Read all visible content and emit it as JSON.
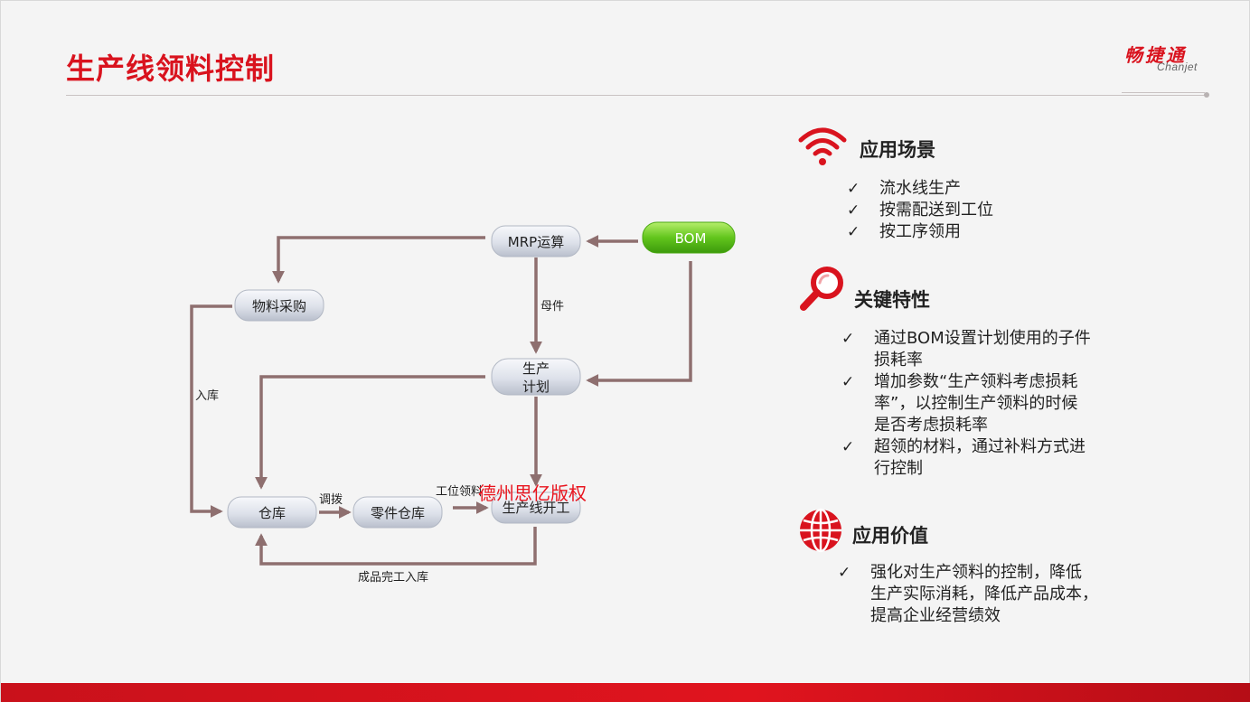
{
  "title": "生产线领料控制",
  "logo": {
    "cn": "畅捷通",
    "en": "Chanjet"
  },
  "diagram": {
    "nodes": {
      "mrp": "MRP运算",
      "bom": "BOM",
      "purchase": "物料采购",
      "plan_line1": "生产",
      "plan_line2": "计划",
      "warehouse": "仓库",
      "parts_warehouse": "零件仓库",
      "line_start": "生产线开工"
    },
    "edges": {
      "parent": "母件",
      "inbound": "入库",
      "transfer": "调拨",
      "station_pick": "工位领料",
      "finished_inbound": "成品完工入库"
    },
    "watermark": "德州思亿版权"
  },
  "sections": [
    {
      "heading": "应用场景",
      "icon": "wifi-signal-icon",
      "items": [
        "流水线生产",
        "按需配送到工位",
        "按工序领用"
      ]
    },
    {
      "heading": "关键特性",
      "icon": "magnifier-icon",
      "items": [
        [
          "通过BOM设置计划使用的子件",
          "损耗率"
        ],
        [
          "增加参数“生产领料考虑损耗",
          "率”，以控制生产领料的时候",
          "是否考虑损耗率"
        ],
        [
          "超领的材料，通过补料方式进",
          "行控制"
        ]
      ]
    },
    {
      "heading": "应用价值",
      "icon": "globe-icon",
      "items": [
        [
          "强化对生产领料的控制，降低",
          "生产实际消耗，降低产品成本，",
          "提高企业经营绩效"
        ]
      ]
    }
  ],
  "check_mark": "✓",
  "colors": {
    "accent": "#d9131e",
    "arrow": "#8e6f6f",
    "bom_green": "#5fc41a"
  }
}
